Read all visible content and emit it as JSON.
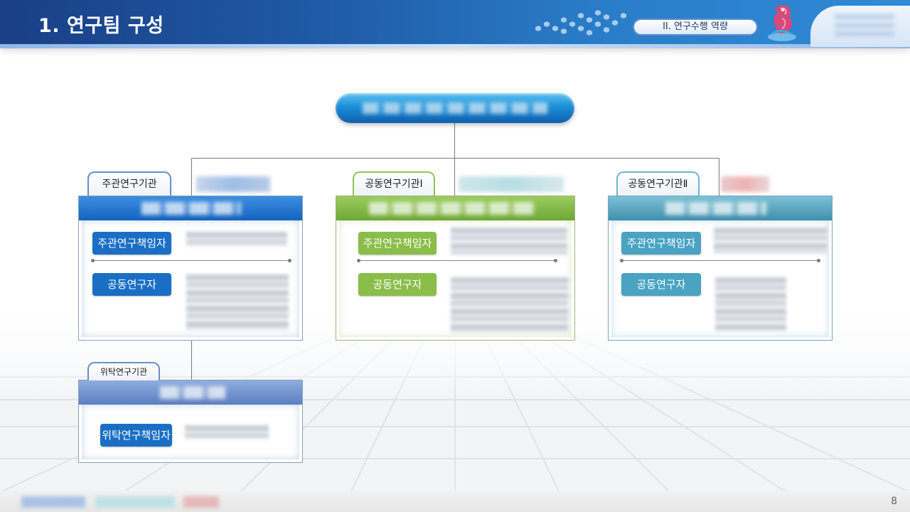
{
  "header": {
    "title": "1. 연구팀 구성",
    "section": "II. 연구수행 역량"
  },
  "org": {
    "lead_org": {
      "tab_label": "주관연구기관",
      "roles": [
        "주관연구책임자",
        "공동연구자"
      ]
    },
    "joint_org_1": {
      "tab_label": "공동연구기관Ⅰ",
      "roles": [
        "주관연구책임자",
        "공동연구자"
      ]
    },
    "joint_org_2": {
      "tab_label": "공동연구기관Ⅱ",
      "roles": [
        "주관연구책임자",
        "공동연구자"
      ]
    },
    "commissioned_org": {
      "tab_label": "위탁연구기관",
      "roles": [
        "위탁연구책임자"
      ]
    }
  },
  "footer": {
    "page_number": "8"
  },
  "colors": {
    "header": "#1f5aa6",
    "blue": "#1a6fc4",
    "green": "#8bbd4a",
    "teal": "#4aa3c2",
    "steel": "#6d8fc8"
  }
}
